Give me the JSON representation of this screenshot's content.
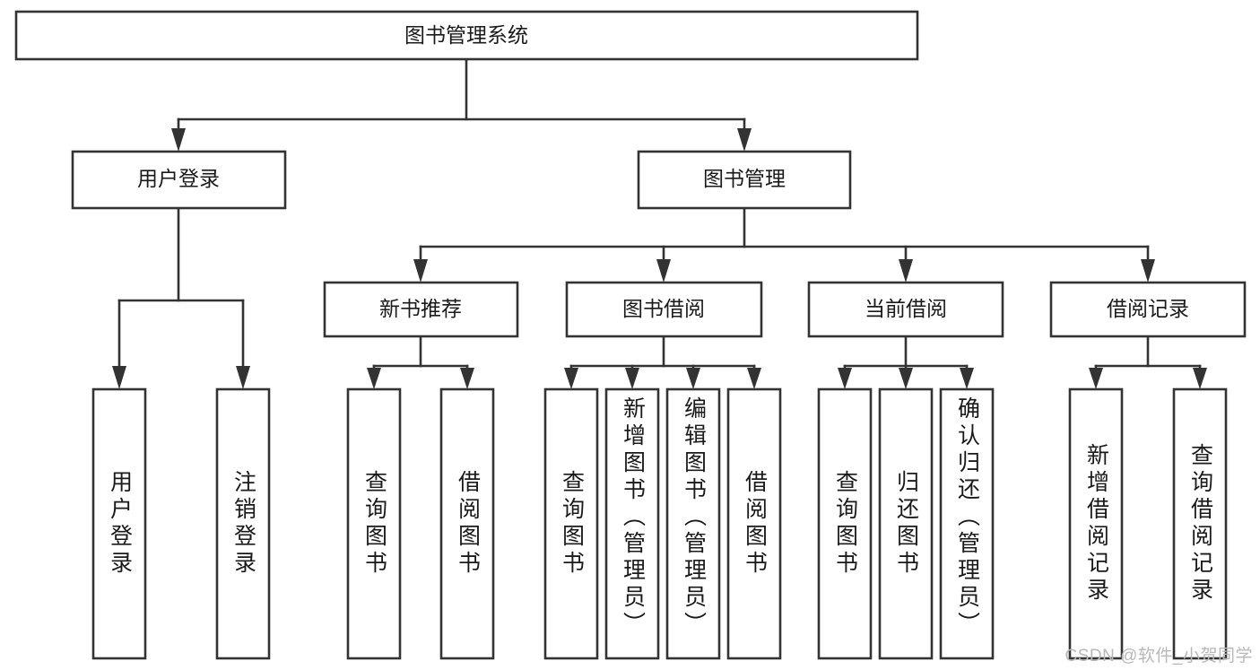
{
  "diagram": {
    "title": "图书管理系统",
    "type": "tree-hierarchy-chart",
    "watermark": "CSDN @软件_小贺同学",
    "colors": {
      "stroke": "#333333",
      "box_fill": "#ffffff",
      "text": "#1a1a1a",
      "background": "#ffffff",
      "watermark": "#b8b8b8"
    },
    "root": {
      "label": "图书管理系统"
    },
    "level2": [
      {
        "label": "用户登录"
      },
      {
        "label": "图书管理"
      }
    ],
    "level3": [
      {
        "label": "新书推荐"
      },
      {
        "label": "图书借阅"
      },
      {
        "label": "当前借阅"
      },
      {
        "label": "借阅记录"
      }
    ],
    "leaves": {
      "user_login": [
        {
          "label": "用户登录"
        },
        {
          "label": "注销登录"
        }
      ],
      "new_book": [
        {
          "label": "查询图书"
        },
        {
          "label": "借阅图书"
        }
      ],
      "book_borrow": [
        {
          "label": "查询图书"
        },
        {
          "label": "新增图书（管理员）"
        },
        {
          "label": "编辑图书（管理员）"
        },
        {
          "label": "借阅图书"
        }
      ],
      "current_borrow": [
        {
          "label": "查询图书"
        },
        {
          "label": "归还图书"
        },
        {
          "label": "确认归还（管理员）"
        }
      ],
      "borrow_record": [
        {
          "label": "新增借阅记录"
        },
        {
          "label": "查询借阅记录"
        }
      ]
    }
  }
}
